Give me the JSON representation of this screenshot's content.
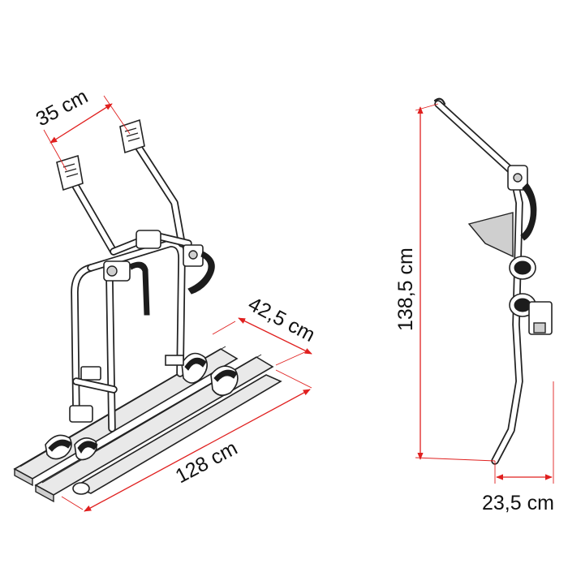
{
  "dimensions": {
    "width_top": "35 cm",
    "wheel_spacing": "42,5 cm",
    "length": "128 cm",
    "height": "138,5 cm",
    "depth": "23,5 cm"
  },
  "colors": {
    "dimension_line": "#e0201f",
    "outline": "#222222"
  }
}
